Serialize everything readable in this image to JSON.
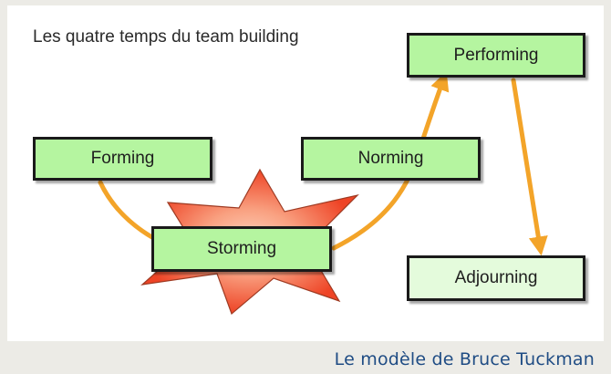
{
  "diagram": {
    "title": "Les quatre temps du team building",
    "stages": {
      "forming": "Forming",
      "storming": "Storming",
      "norming": "Norming",
      "performing": "Performing",
      "adjourning": "Adjourning"
    }
  },
  "caption": "Le modèle de Bruce Tuckman",
  "colors": {
    "box_fill": "#b5f5a0",
    "box_fill_pale": "#e4fbdc",
    "arrow": "#f3a429",
    "star_outer": "#f04a2a",
    "star_inner": "#fbb79a",
    "caption": "#1f4c84"
  }
}
